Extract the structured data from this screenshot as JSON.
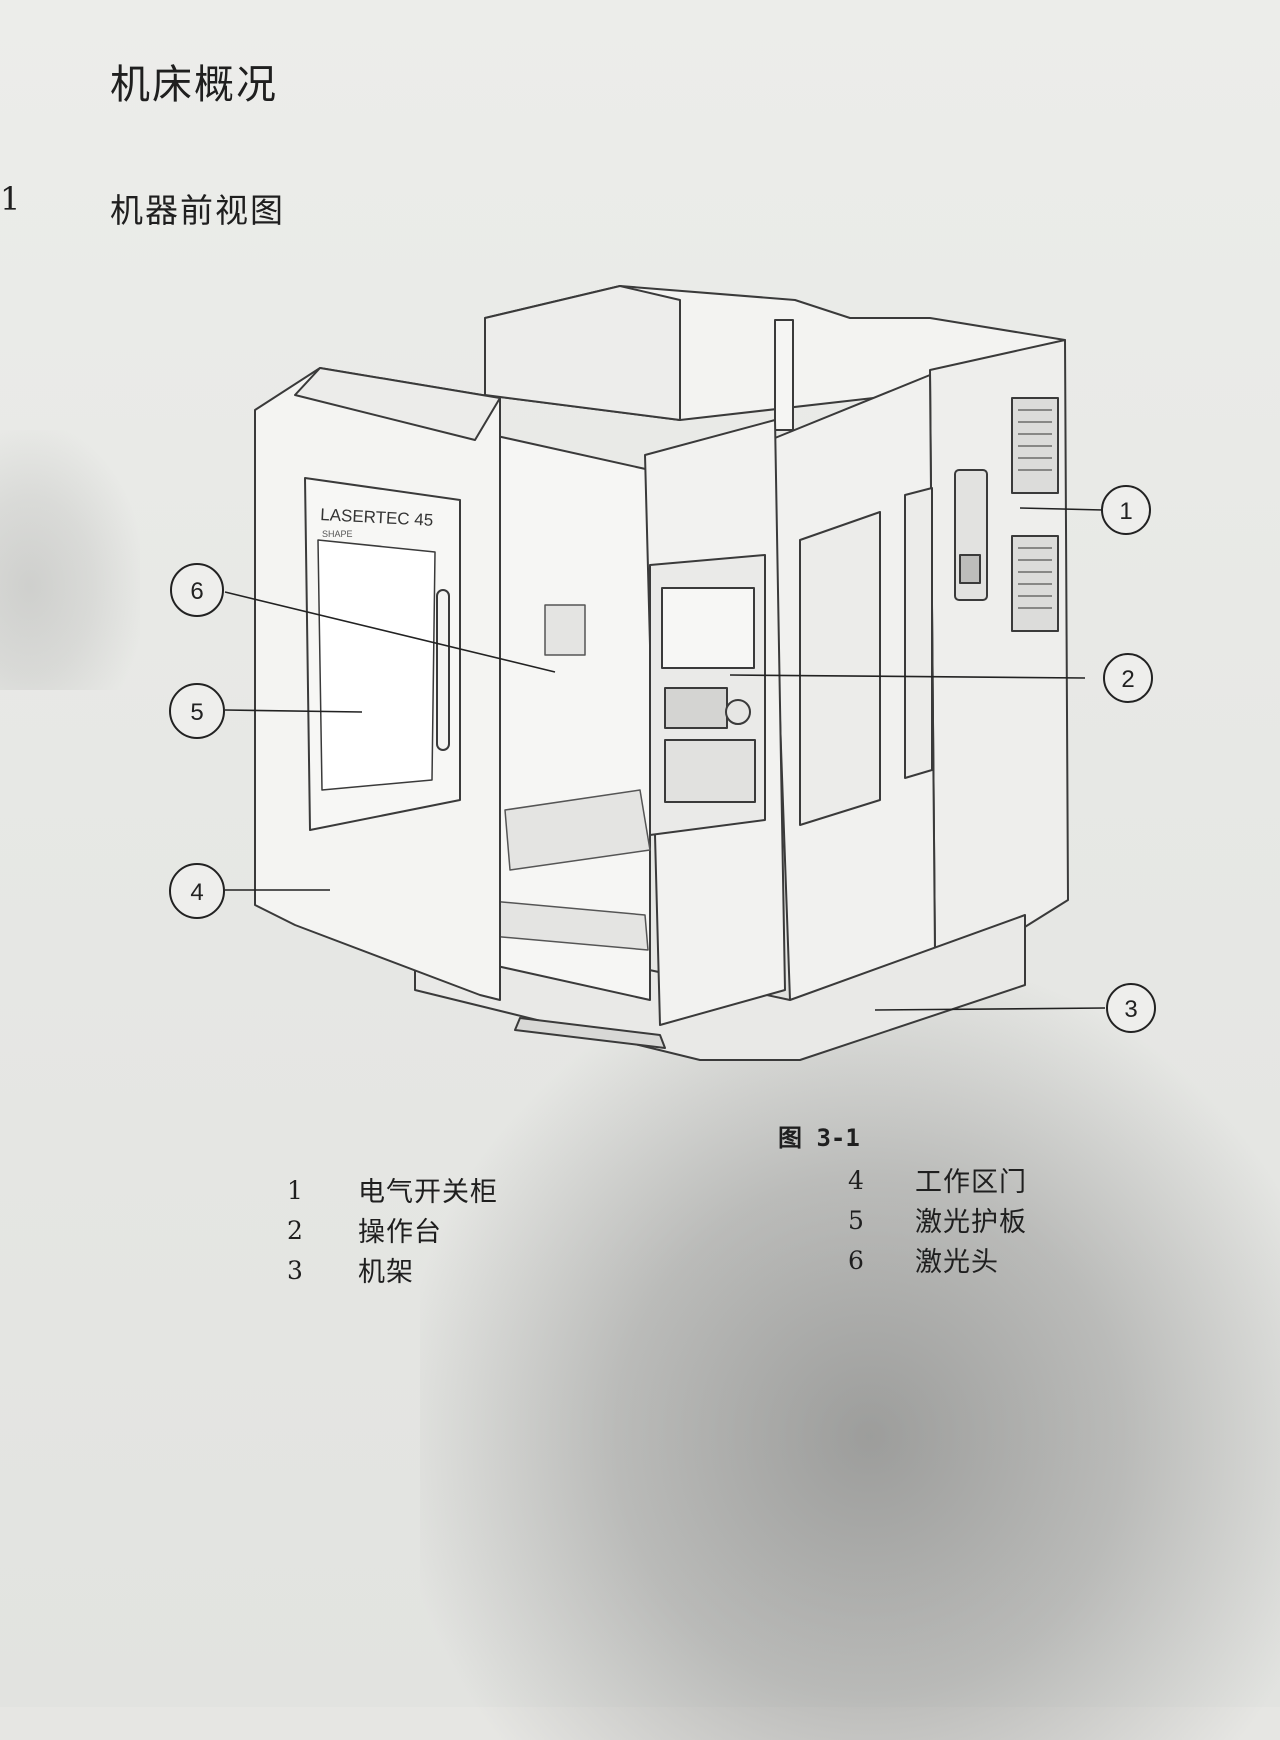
{
  "chapter_title": "机床概况",
  "section": {
    "number": "1",
    "title": "机器前视图"
  },
  "machine_badge": {
    "model": "LASERTEC 45",
    "sub": "SHAPE"
  },
  "callouts": [
    "1",
    "2",
    "3",
    "4",
    "5",
    "6"
  ],
  "figure_caption": "图 3-1",
  "legend": [
    {
      "num": "1",
      "label": "电气开关柜"
    },
    {
      "num": "2",
      "label": "操作台"
    },
    {
      "num": "3",
      "label": "机架"
    },
    {
      "num": "4",
      "label": "工作区门"
    },
    {
      "num": "5",
      "label": "激光护板"
    },
    {
      "num": "6",
      "label": "激光头"
    }
  ]
}
